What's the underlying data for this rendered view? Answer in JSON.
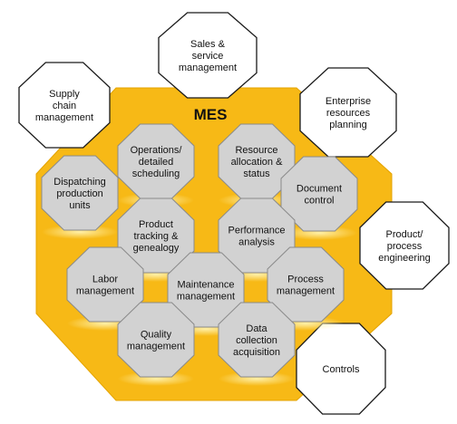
{
  "diagram": {
    "center_title": "MES",
    "colors": {
      "core_fill": "#f7b916",
      "module_fill": "#d2d2d2",
      "module_stroke": "#8a8a8a",
      "outer_fill": "#ffffff",
      "outer_stroke": "#1a1a1a"
    },
    "outer_systems": [
      {
        "id": "sales",
        "lines": [
          "Sales &",
          "service",
          "management"
        ]
      },
      {
        "id": "supply",
        "lines": [
          "Supply",
          "chain",
          "management"
        ]
      },
      {
        "id": "erp",
        "lines": [
          "Enterprise",
          "resources",
          "planning"
        ]
      },
      {
        "id": "product",
        "lines": [
          "Product/",
          "process",
          "engineering"
        ]
      },
      {
        "id": "controls",
        "lines": [
          "Controls"
        ]
      }
    ],
    "modules": [
      {
        "id": "operations",
        "lines": [
          "Operations/",
          "detailed",
          "scheduling"
        ]
      },
      {
        "id": "resource",
        "lines": [
          "Resource",
          "allocation &",
          "status"
        ]
      },
      {
        "id": "dispatching",
        "lines": [
          "Dispatching",
          "production",
          "units"
        ]
      },
      {
        "id": "document",
        "lines": [
          "Document",
          "control"
        ]
      },
      {
        "id": "tracking",
        "lines": [
          "Product",
          "tracking &",
          "genealogy"
        ]
      },
      {
        "id": "performance",
        "lines": [
          "Performance",
          "analysis"
        ]
      },
      {
        "id": "labor",
        "lines": [
          "Labor",
          "management"
        ]
      },
      {
        "id": "maintenance",
        "lines": [
          "Maintenance",
          "management"
        ]
      },
      {
        "id": "process",
        "lines": [
          "Process",
          "management"
        ]
      },
      {
        "id": "quality",
        "lines": [
          "Quality",
          "management"
        ]
      },
      {
        "id": "data",
        "lines": [
          "Data",
          "collection",
          "acquisition"
        ]
      }
    ]
  }
}
